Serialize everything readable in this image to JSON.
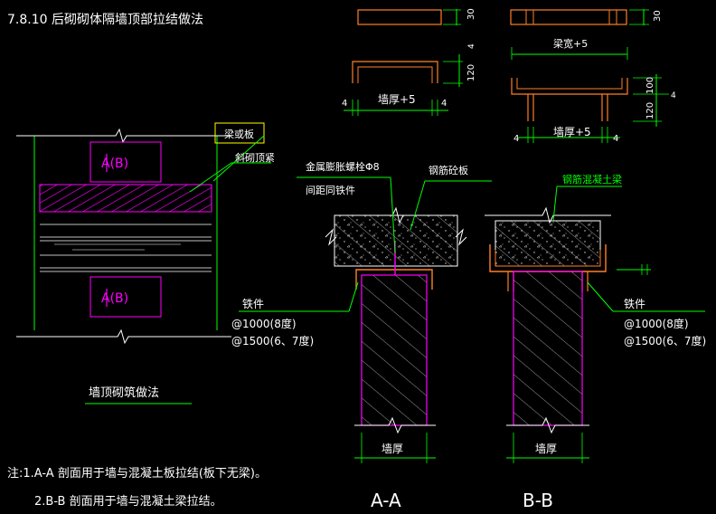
{
  "title": "7.8.10  后砌砌体隔墙顶部拉结做法",
  "labels": {
    "ab_top": "A(B)",
    "ab_bottom": "A(B)",
    "beam_or_slab": "梁或板",
    "oblique_brick": "斜砌顶紧",
    "wall_top_method": "墙顶砌筑做法",
    "expansion_bolt": "金属膨胀螺栓Φ8",
    "spacing_same": "间距同铁件",
    "rc_slab": "钢筋砼板",
    "rc_beam": "钢筋混凝土梁",
    "iron_a": "铁件",
    "iron_a_s1": "@1000(8度)",
    "iron_a_s2": "@1500(6、7度)",
    "iron_b": "铁件",
    "iron_b_s1": "@1000(8度)",
    "iron_b_s2": "@1500(6、7度)",
    "wall_thickness_a": "墙厚",
    "wall_thickness_b": "墙厚",
    "section_a": "A-A",
    "section_b": "B-B",
    "detail_wall5_a": "墙厚+5",
    "detail_wall5_b": "墙厚+5",
    "detail_beam5": "梁宽+5",
    "dim_30a": "30",
    "dim_30b": "30",
    "dim_120a": "120",
    "dim_120b": "120",
    "dim_100": "100",
    "dim_4a": "4",
    "dim_4b": "4",
    "dim_4c": "4",
    "dim_4d": "4",
    "dim_4e": "4",
    "dim_4f": "4",
    "note1": "注:1.A-A 剖面用于墙与混凝土板拉结(板下无梁)。",
    "note2": "2.B-B 剖面用于墙与混凝土梁拉结。"
  },
  "colors": {
    "background": "#000000",
    "text": "#ffffff",
    "green": "#00ff00",
    "magenta": "#ff00ff",
    "orange": "#ff7f27",
    "yellow": "#ffff00",
    "white": "#ffffff"
  }
}
